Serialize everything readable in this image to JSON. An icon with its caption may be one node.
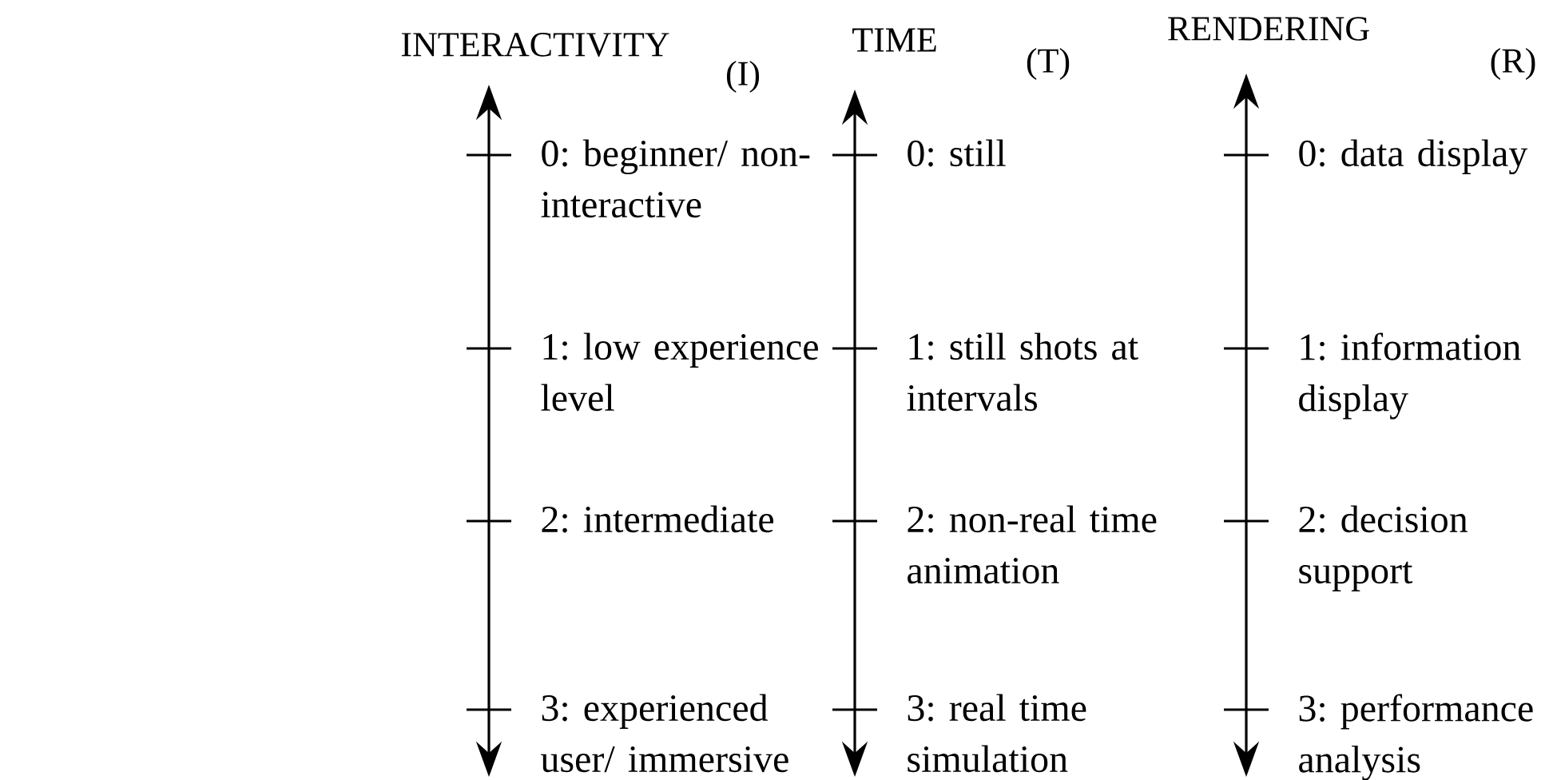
{
  "diagram": {
    "labels": [
      "INTERACTIVITY",
      "(I)",
      "0: beginner/ non-interactive",
      "1: low experience level",
      "2: intermediate",
      "3: experienced user/ immersive",
      "TIME",
      "(T)",
      "0: still",
      "1: still shots at intervals",
      "2: non-real time animation",
      "3: real time simulation",
      "RENDERING",
      "(R)",
      "0: data display",
      "1: information display",
      "2: decision support",
      "3: performance analysis"
    ]
  }
}
